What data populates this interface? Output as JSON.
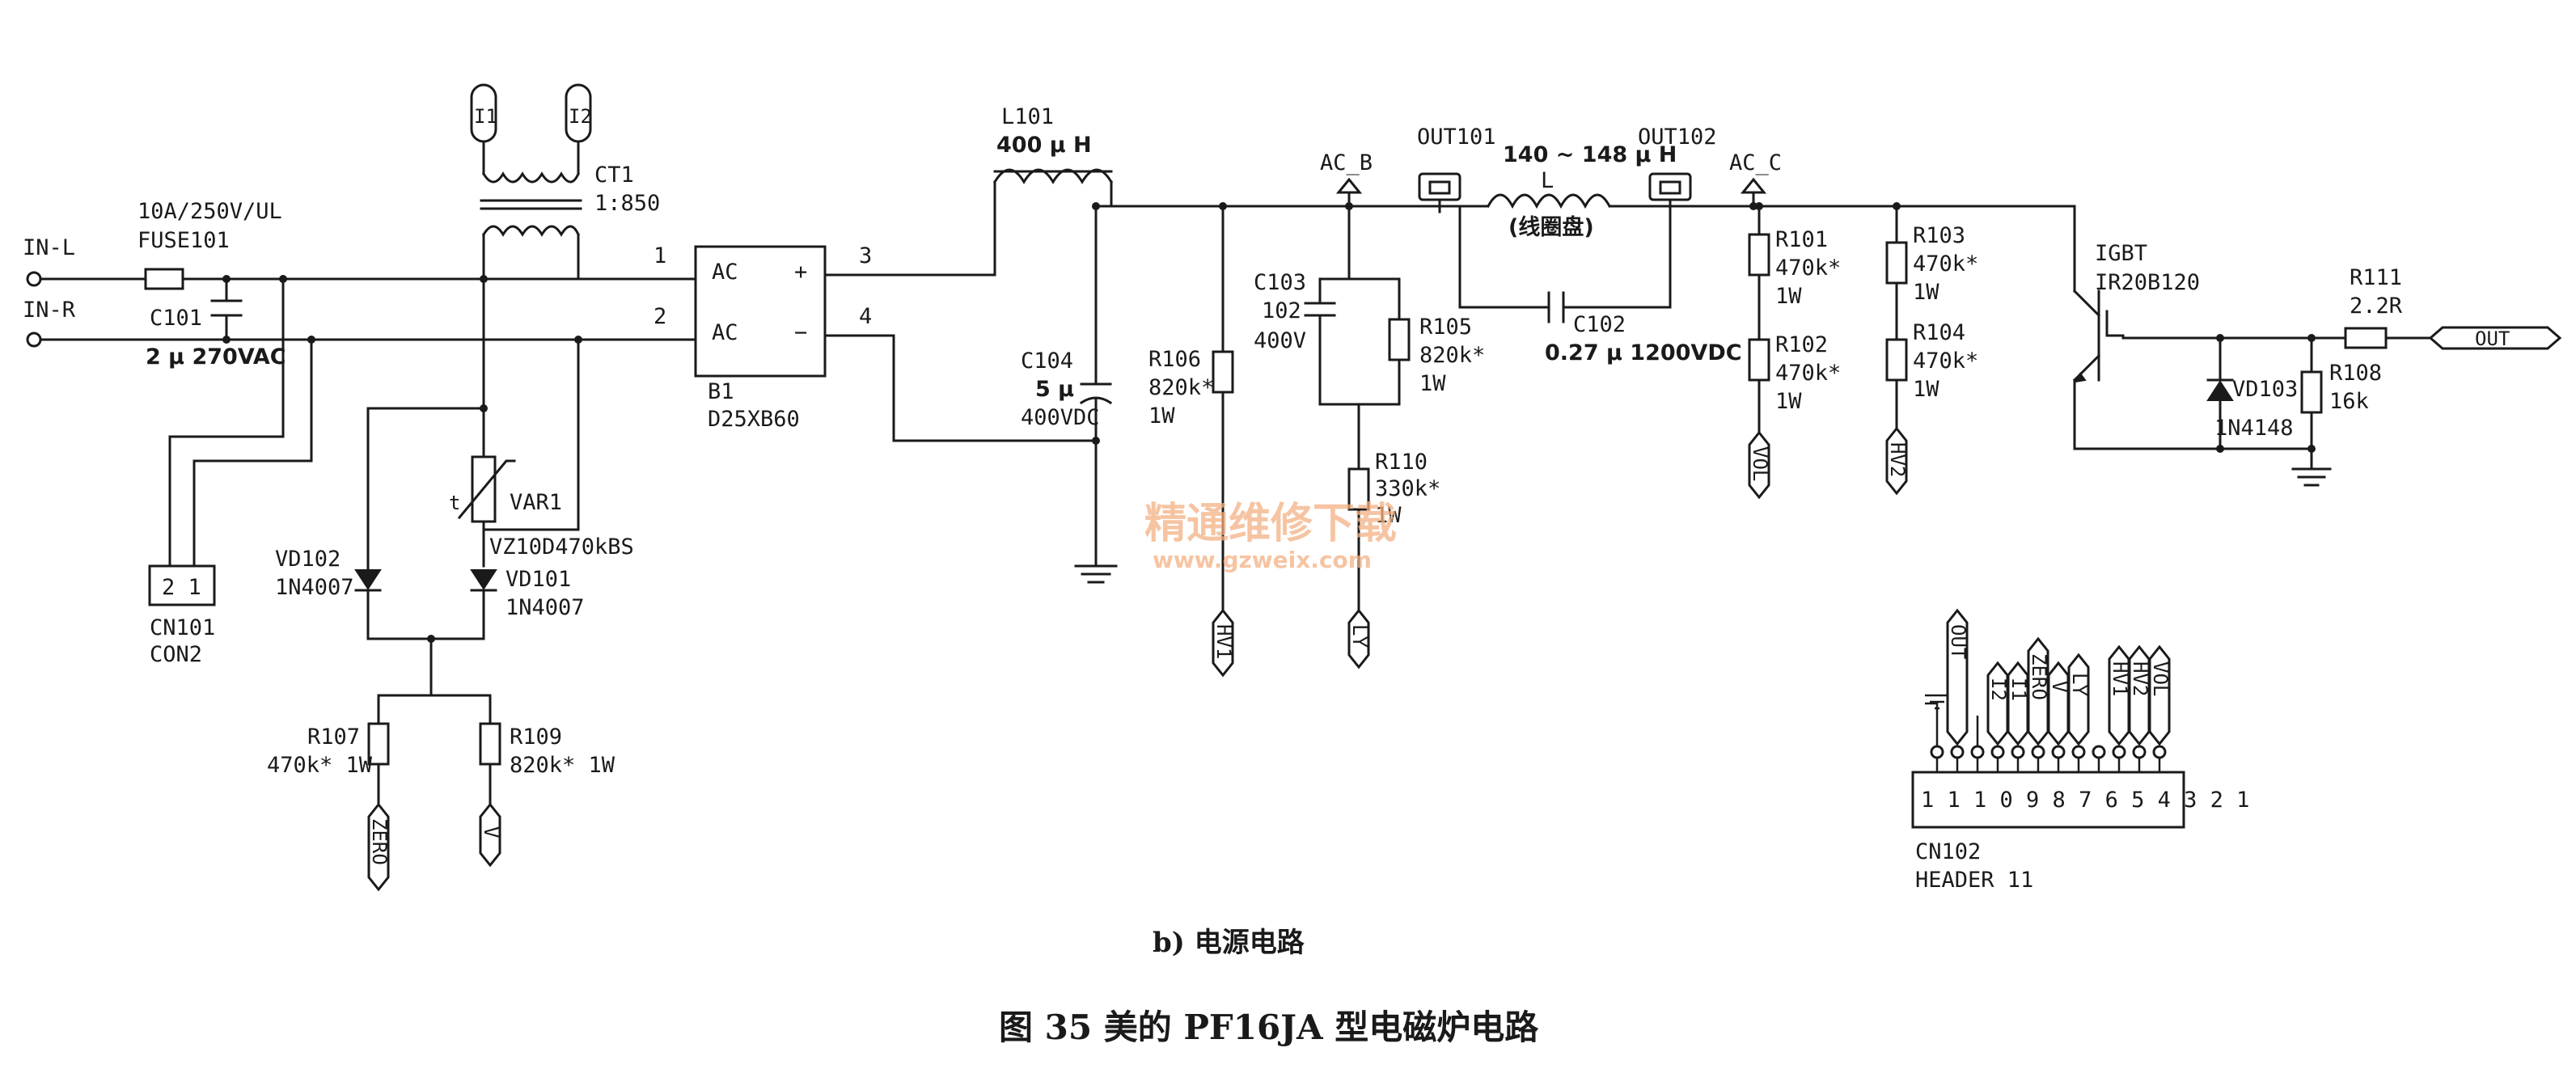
{
  "captions": {
    "sub": "b) 电源电路",
    "main": "图 35   美的 PF16JA 型电磁炉电路"
  },
  "watermark": {
    "line1": "精通维修下载",
    "line2": "www.gzweix.com"
  },
  "inputs": {
    "in_l": "IN-L",
    "in_r": "IN-R"
  },
  "fuse": {
    "ref": "FUSE101",
    "value": "10A/250V/UL"
  },
  "c101": {
    "ref": "C101",
    "value": "2 μ 270VAC"
  },
  "cn101": {
    "ref": "CN101",
    "type": "CON2",
    "pins": "2 1"
  },
  "ct1": {
    "ref": "CT1",
    "ratio": "1:850",
    "pin_i1": "I1",
    "pin_i2": "I2"
  },
  "var1": {
    "ref": "VAR1",
    "part": "VZ10D470kBS",
    "t": "t"
  },
  "vd102": {
    "ref": "VD102",
    "part": "1N4007"
  },
  "vd101": {
    "ref": "VD101",
    "part": "1N4007"
  },
  "r107": {
    "ref": "R107",
    "value": "470k* 1W"
  },
  "r109": {
    "ref": "R109",
    "value": "820k* 1W"
  },
  "b1": {
    "ref": "B1",
    "part": "D25XB60",
    "ac1": "AC",
    "ac2": "AC",
    "plus": "+",
    "minus": "−",
    "pin1": "1",
    "pin2": "2",
    "pin3": "3",
    "pin4": "4"
  },
  "l101": {
    "ref": "L101",
    "value": "400 μ H"
  },
  "c104": {
    "ref": "C104",
    "value1": "5 μ",
    "value2": "400VDC"
  },
  "r106": {
    "ref": "R106",
    "value1": "820k*",
    "value2": "1W"
  },
  "ac_b": "AC_B",
  "ac_c": "AC_C",
  "c103": {
    "ref": "C103",
    "value1": "102",
    "value2": "400V"
  },
  "r105": {
    "ref": "R105",
    "value1": "820k*",
    "value2": "1W"
  },
  "r110": {
    "ref": "R110",
    "value1": "330k*",
    "value2": "1W"
  },
  "out101": "OUT101",
  "out102": "OUT102",
  "coil": {
    "ref": "L",
    "value": "140 ~ 148 μ H",
    "desc": "(线圈盘)"
  },
  "c102": {
    "ref": "C102",
    "value": "0.27 μ 1200VDC"
  },
  "r101": {
    "ref": "R101",
    "value1": "470k*",
    "value2": "1W"
  },
  "r102": {
    "ref": "R102",
    "value1": "470k*",
    "value2": "1W"
  },
  "r103": {
    "ref": "R103",
    "value1": "470k*",
    "value2": "1W"
  },
  "r104": {
    "ref": "R104",
    "value1": "470k*",
    "value2": "1W"
  },
  "igbt": {
    "ref": "IGBT",
    "part": "IR20B120"
  },
  "r111": {
    "ref": "R111",
    "value": "2.2R"
  },
  "vd103": {
    "ref": "VD103",
    "part": "1N4148"
  },
  "r108": {
    "ref": "R108",
    "value": "16k"
  },
  "nets": {
    "zero": "ZERO",
    "v": "V",
    "hv1": "HV1",
    "ly": "LY",
    "vol": "VOL",
    "hv2": "HV2",
    "out": "OUT"
  },
  "cn102": {
    "ref": "CN102",
    "type": "HEADER 11",
    "pin_numbers": "1 1 1 0 9 8 7 6 5 4 3 2 1",
    "pin_labels": [
      "OUT",
      "I2",
      "I1",
      "ZERO",
      "V",
      "LY",
      "HV1",
      "HV2",
      "VOL"
    ]
  }
}
